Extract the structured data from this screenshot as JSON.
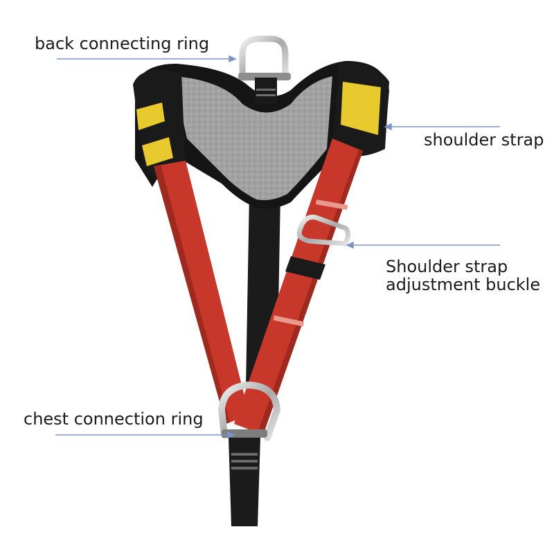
{
  "labels": {
    "back_ring": "back connecting ring",
    "shoulder_strap": "shoulder strap",
    "buckle_line1": "Shoulder strap",
    "buckle_line2": "adjustment buckle",
    "chest_ring": "chest connection ring"
  },
  "colors": {
    "strap_red": "#c8382a",
    "strap_dark_red": "#9e2a1f",
    "pad_black": "#1c1c1c",
    "mesh_gray": "#9a9a9a",
    "accent_yellow": "#e8c92e",
    "metal": "#c9c9c9",
    "pointer_line": "#7b93c9"
  },
  "icons": {
    "back_ring": "d-ring-icon",
    "chest_ring": "d-ring-icon",
    "buckle": "buckle-icon"
  }
}
